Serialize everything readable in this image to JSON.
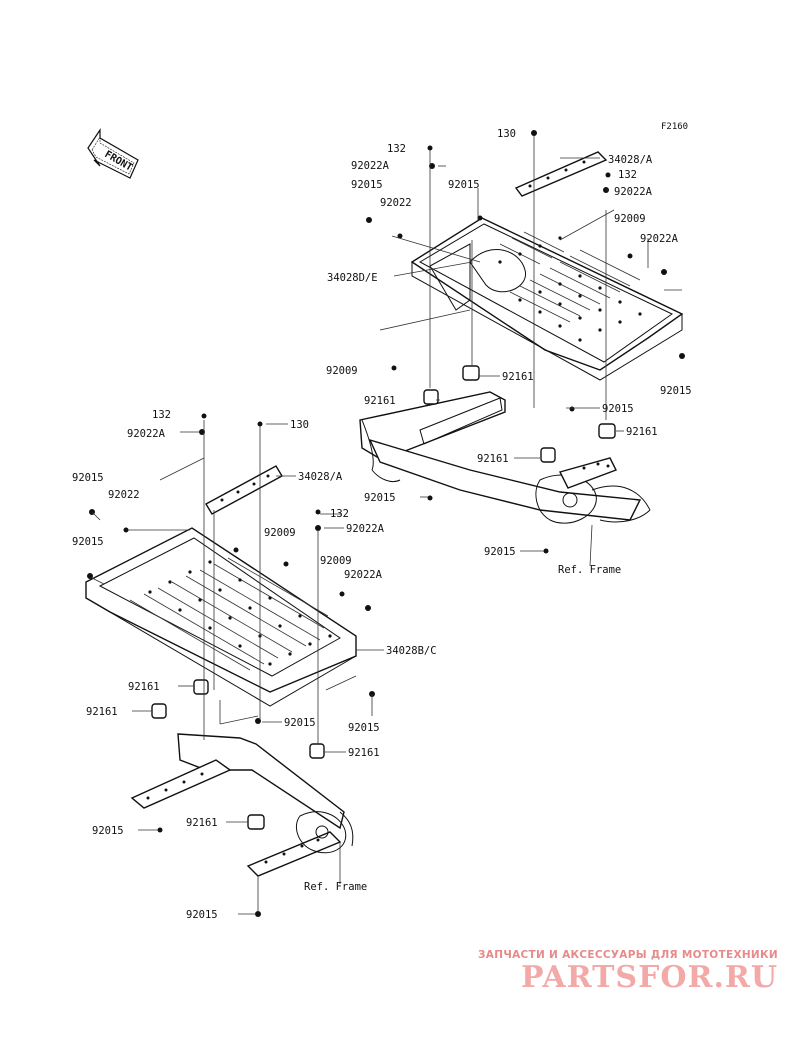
{
  "figure_code": "F2160",
  "front_label": "FRONT",
  "watermark": {
    "caption": "ЗАПЧАСТИ И АКСЕССУАРЫ ДЛЯ МОТОТЕХНИКИ",
    "brand": "PARTSFOR.RU"
  },
  "ref_frame": "Ref. Frame",
  "parts": {
    "p130": "130",
    "p132": "132",
    "p34028a": "34028/A",
    "p34028bc": "34028B/C",
    "p34028de": "34028D/E",
    "p92009": "92009",
    "p92015": "92015",
    "p92022": "92022",
    "p92022a": "92022A",
    "p92161": "92161"
  }
}
